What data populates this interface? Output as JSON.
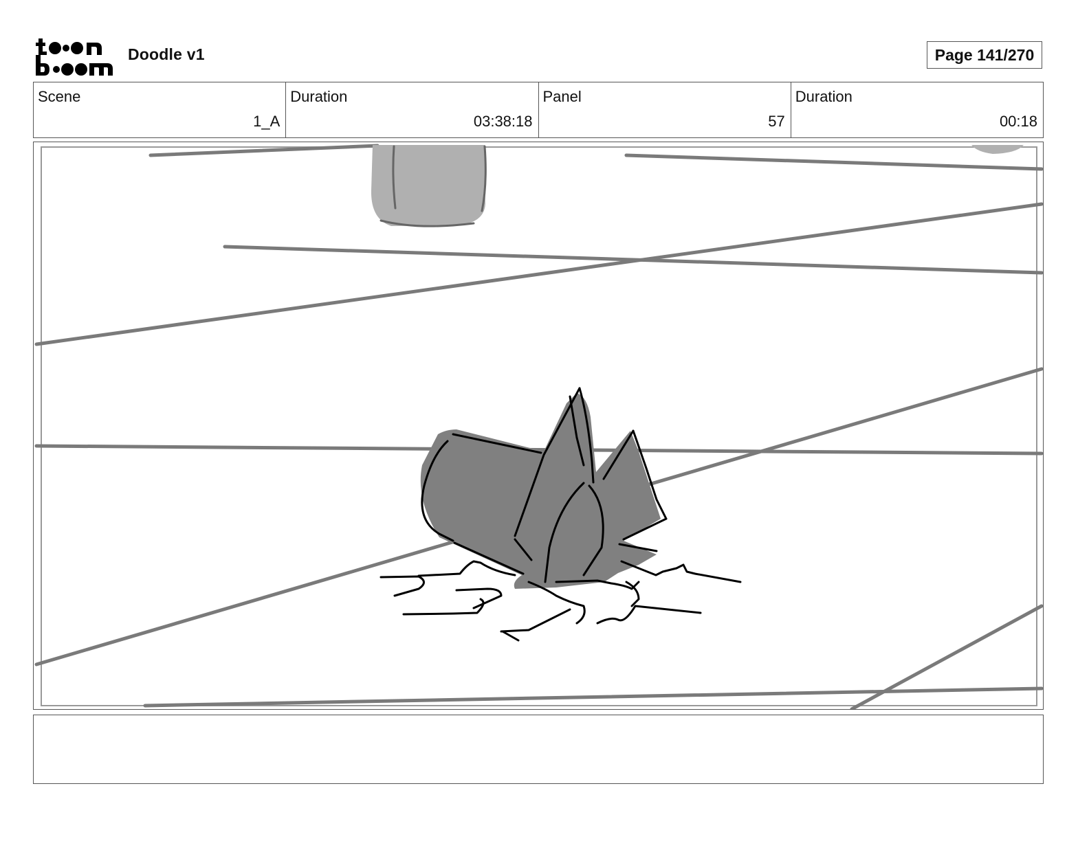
{
  "header": {
    "logo_text": "toon boom",
    "document_title": "Doodle v1",
    "page_indicator": "Page 141/270"
  },
  "info": [
    {
      "label": "Scene",
      "value": "1_A"
    },
    {
      "label": "Duration",
      "value": "03:38:18"
    },
    {
      "label": "Panel",
      "value": "57"
    },
    {
      "label": "Duration",
      "value": "00:18"
    }
  ],
  "notes": {
    "text": ""
  },
  "colors": {
    "border": "#555555",
    "stroke_gray": "#7a7a7a",
    "fill_dark": "#808080",
    "fill_light": "#b0b0b0",
    "ink": "#000000"
  }
}
